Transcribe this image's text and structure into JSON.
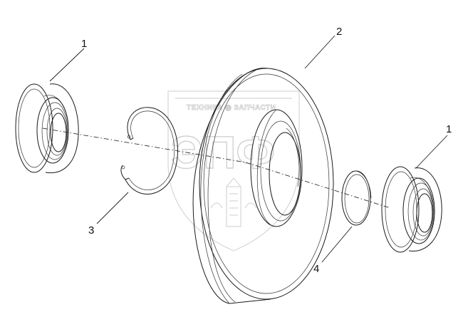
{
  "callouts": {
    "bearing_left": "1",
    "pulley": "2",
    "retaining_ring": "3",
    "spacer_ring": "4",
    "bearing_right": "1"
  },
  "watermark": {
    "top_text": "ТЕХНИКА ◎ ЗАПЧАСТИ",
    "big_text": "ЭПФ"
  },
  "colors": {
    "line": "#1a1a1a",
    "watermark": "#d2d2d2",
    "background": "#ffffff"
  }
}
